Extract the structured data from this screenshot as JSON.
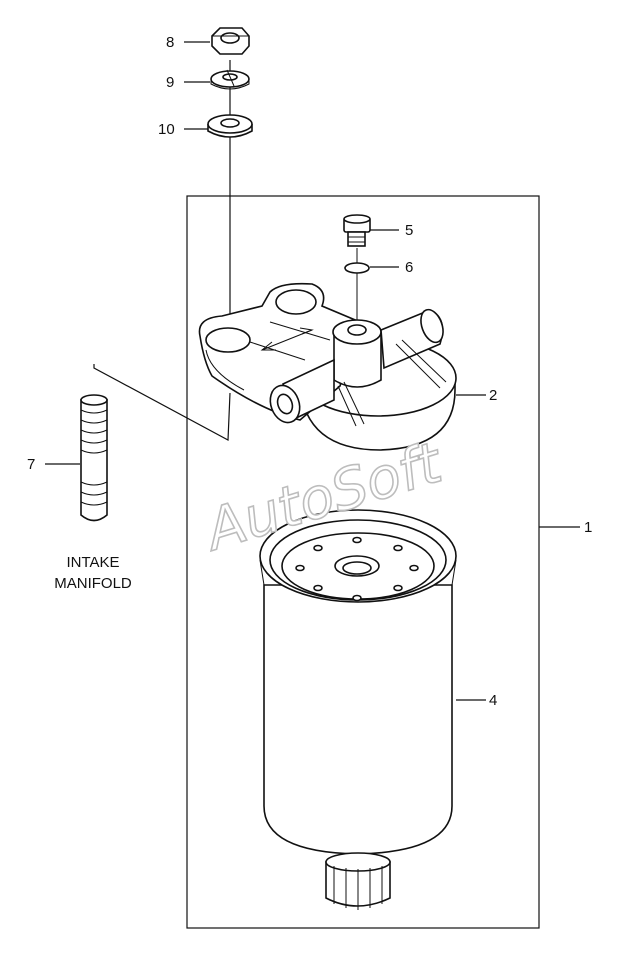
{
  "callouts": {
    "c1": "1",
    "c2": "2",
    "c4": "4",
    "c5": "5",
    "c6": "6",
    "c7": "7",
    "c8": "8",
    "c9": "9",
    "c10": "10"
  },
  "label": {
    "line1": "INTAKE",
    "line2": "MANIFOLD"
  },
  "watermark": "AutoSoft"
}
